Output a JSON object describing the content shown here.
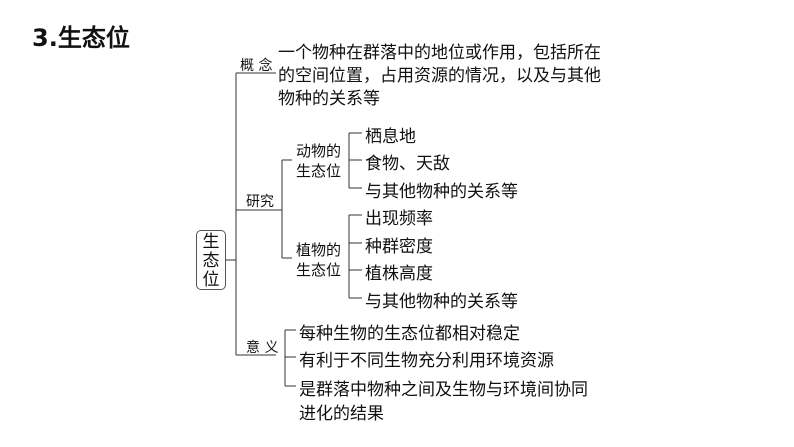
{
  "title": "3.生态位",
  "root": {
    "chars": [
      "生",
      "态",
      "位"
    ]
  },
  "branches": {
    "concept": {
      "label": "概 念",
      "text_lines": [
        "一个物种在群落中的地位或作用，包括所在",
        "的空间位置，占用资源的情况，以及与其他",
        "物种的关系等"
      ]
    },
    "research": {
      "label": "研究",
      "animal": {
        "label_lines": [
          "动物的",
          "生态位"
        ],
        "items": [
          "栖息地",
          "食物、天敌",
          "与其他物种的关系等"
        ]
      },
      "plant": {
        "label_lines": [
          "植物的",
          "生态位"
        ],
        "items": [
          "出现频率",
          "种群密度",
          "植株高度",
          "与其他物种的关系等"
        ]
      }
    },
    "meaning": {
      "label": "意 义",
      "items": [
        "每种生物的生态位都相对稳定",
        "有利于不同生物充分利用环境资源",
        "是群落中物种之间及生物与环境间协同"
      ],
      "continuation": "进化的结果"
    }
  },
  "colors": {
    "text": "#111111",
    "line": "#333333",
    "background": "#ffffff"
  }
}
